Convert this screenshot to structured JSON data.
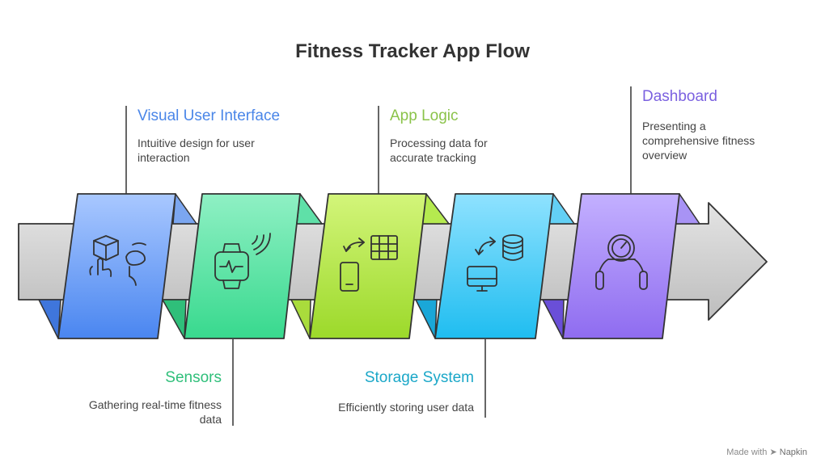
{
  "title": "Fitness Tracker App Flow",
  "steps": [
    {
      "label": "Visual User Interface",
      "desc": "Intuitive design for user interaction",
      "color": "#4a86e8",
      "icon": "touch-interface-icon"
    },
    {
      "label": "Sensors",
      "desc": "Gathering real-time fitness data",
      "color": "#2fbf7a",
      "icon": "smartwatch-icon"
    },
    {
      "label": "App Logic",
      "desc": "Processing data for accurate tracking",
      "color": "#8bc34a",
      "icon": "phone-sync-table-icon"
    },
    {
      "label": "Storage System",
      "desc": "Efficiently storing user data",
      "color": "#1aa7c8",
      "icon": "computer-database-icon"
    },
    {
      "label": "Dashboard",
      "desc": "Presenting a comprehensive fitness overview",
      "color": "#7b61e0",
      "icon": "gauge-icon"
    }
  ],
  "footer": {
    "made_with": "Made with",
    "brand": "Napkin"
  }
}
